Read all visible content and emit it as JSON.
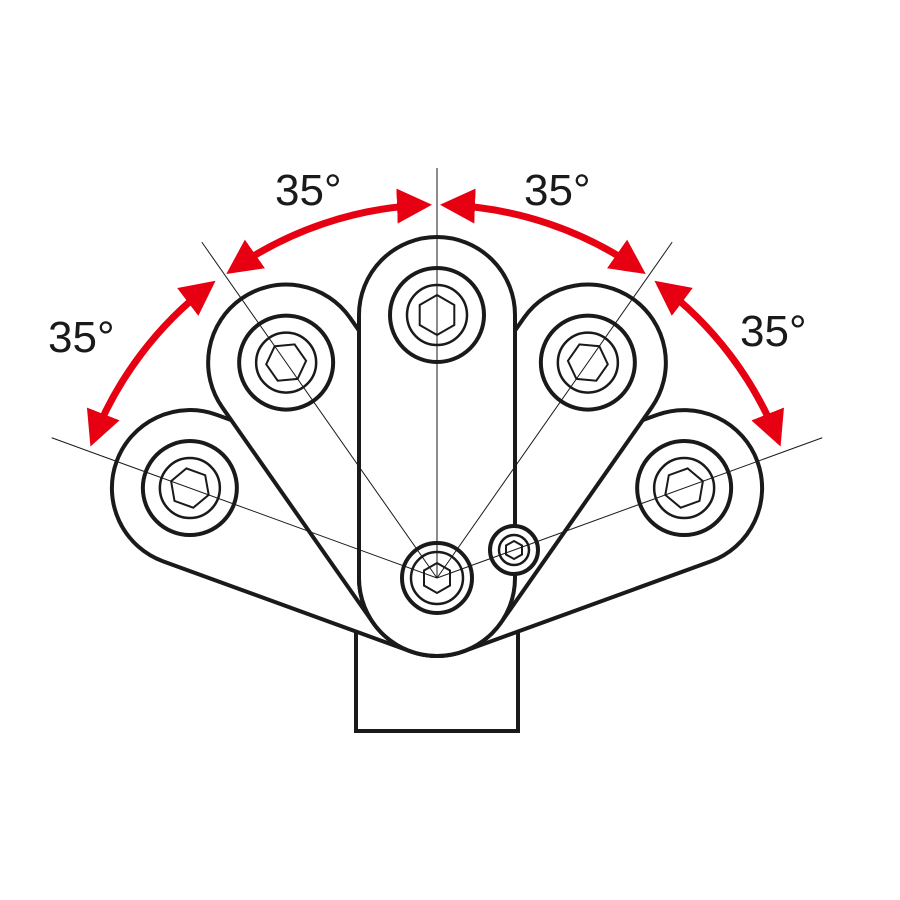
{
  "figure": {
    "stroke_color": "#1a1a1a",
    "arrow_color": "#e60012",
    "background": "#ffffff"
  },
  "labels": {
    "left_outer": "35°",
    "left_inner": "35°",
    "right_inner": "35°",
    "right_outer": "35°"
  },
  "arms": [
    {
      "name": "far-left",
      "angle_deg": -70
    },
    {
      "name": "left",
      "angle_deg": -35
    },
    {
      "name": "center",
      "angle_deg": 0
    },
    {
      "name": "right",
      "angle_deg": 35
    },
    {
      "name": "far-right",
      "angle_deg": 70
    }
  ]
}
